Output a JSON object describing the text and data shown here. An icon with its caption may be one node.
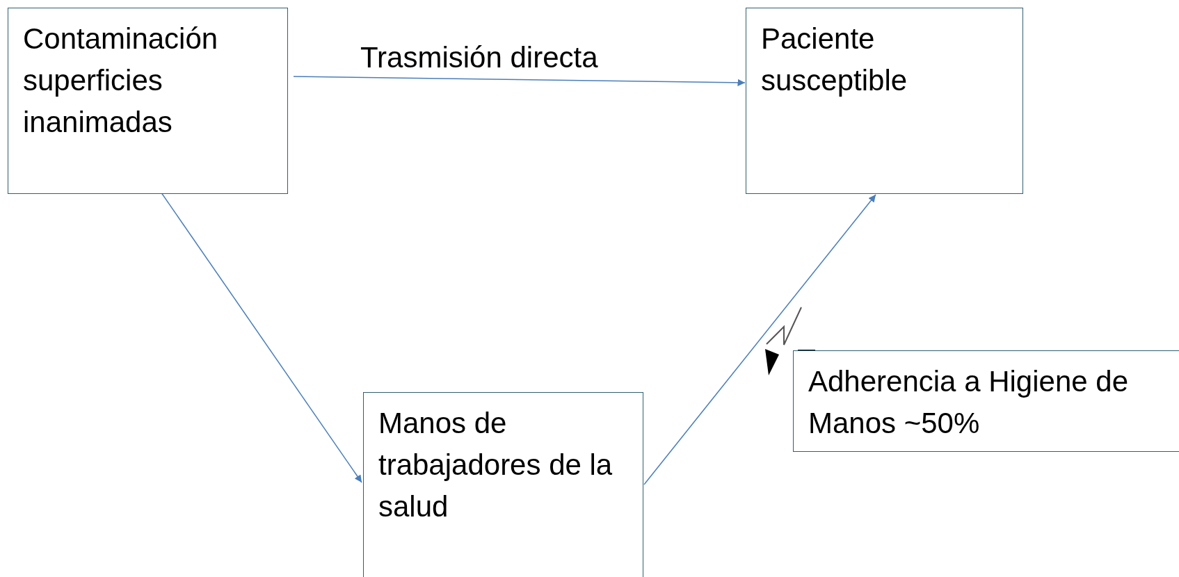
{
  "diagram": {
    "nodes": [
      {
        "text": [
          "Contaminación superficies inanimadas"
        ]
      },
      {
        "text": [
          "Paciente susceptible"
        ]
      },
      {
        "text": [
          "Manos de trabajadores de la salud"
        ]
      },
      {
        "text": [
          "Adherencia a Higiene de Manos ~50%"
        ]
      }
    ],
    "edges": [
      {
        "from": 0,
        "to": 1,
        "arrow": "to",
        "label": "Trasmisión directa"
      },
      {
        "from": 0,
        "to": 2,
        "arrow": "to"
      },
      {
        "from": 2,
        "to": 1,
        "arrow": "to"
      }
    ]
  }
}
